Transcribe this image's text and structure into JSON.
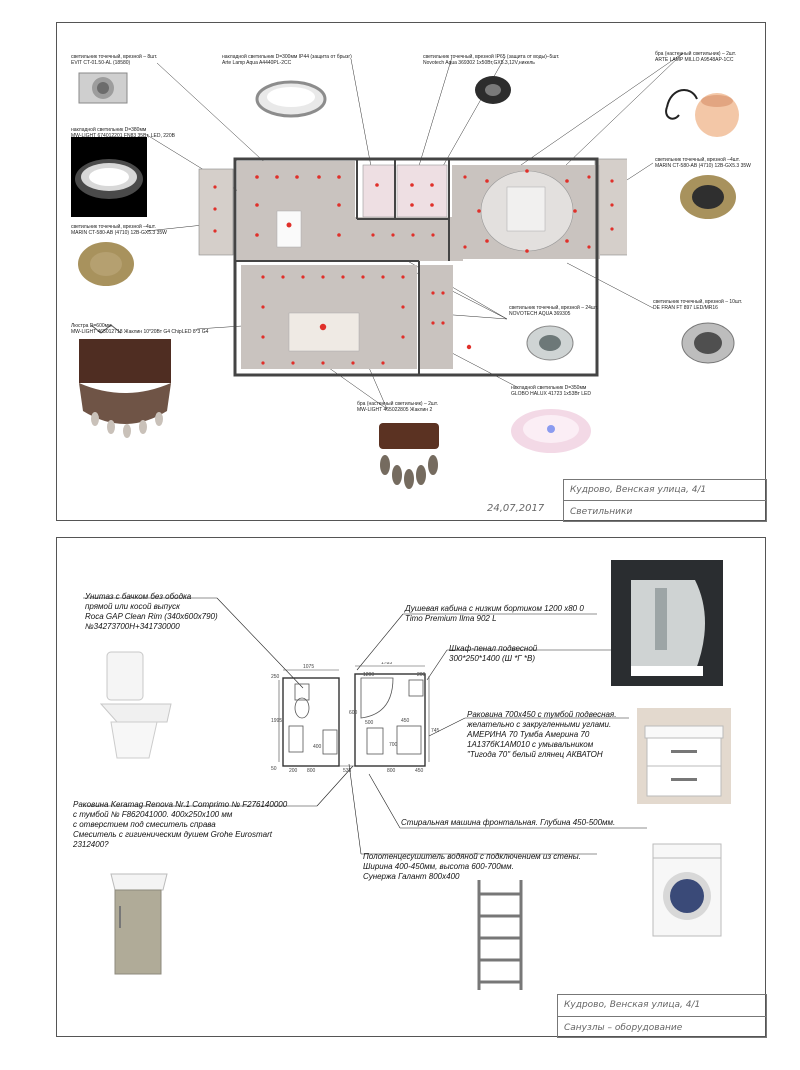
{
  "sheet1": {
    "stamp_address": "Кудрово, Венская улица, 4/1",
    "stamp_title": "Светильники",
    "date": "24,07,2017",
    "captions": {
      "spot_evit": [
        "светильник точечный, врезной – 8шт.",
        "EVIT CT-01.50-AL (18580)"
      ],
      "ceiling_300": [
        "накладной светильник D=300мм IP44 (защита от брызг)",
        "Arte Lamp Aqua A4440PL-2CC"
      ],
      "spot_novotech_ip65": [
        "светильник точечный, врезной IP65 (защита от воды)–5шт.",
        "Novotech Aqua 369302 1х50Вт,GX5.3,12V,никель"
      ],
      "sconce_arte": [
        "бра (настенный светильник) – 2шт.",
        "ARTE LAMP MILLO A9548AP-1CC"
      ],
      "ceiling_380": [
        "накладной светильник D=380мм",
        "MW-LIGHT 674012201 FN83 35Вт, LED, 220В"
      ],
      "spot_marin_right": [
        "светильник точечный, врезной –4шт.",
        "MARIN CT-580-AB (4710) 12В-GX5.3 35W"
      ],
      "spot_marin_left": [
        "светильник точечный, врезной –4шт.",
        "MARIN CT-580-AB (4710) 12В-GX5.3 35W"
      ],
      "spot_defran": [
        "светильник точечный, врезной – 10шт.",
        "DE FRAN FT 897 LED/MR16"
      ],
      "chandelier": [
        "Люстра D=600мм",
        "MW-LIGHT 465012718 Жаклин 10*20Вт G4 ChipLED 8*3 G4"
      ],
      "spot_novotech_24": [
        "светильник точечный, врезной – 24шт.",
        "NOVOTECH AQUA 369305"
      ],
      "sconce_mw": [
        "бра (настенный светильник) – 2шт.",
        "MW-LIGHT 465022805 Жаклин 2"
      ],
      "ceiling_globo": [
        "накладной светильник D=350мм",
        "GLOBO HALUX 41723 1х53Вт LED"
      ]
    }
  },
  "sheet2": {
    "stamp_address": "Кудрово, Венская улица, 4/1",
    "stamp_title": "Санузлы  –  оборудование",
    "notes": {
      "toilet": [
        "Унитаз с бачком без ободка",
        "прямой или косой выпуск",
        "Roca GAP Clean Rim (340х600х790)",
        "№34273700Н+341730000"
      ],
      "shower": [
        "Душевая кабина с низким бортиком 1200 х80 0",
        "Timo Premium Ilma 902 L"
      ],
      "cabinet": [
        "Шкаф-пенал подвесной",
        "300*250*1400 (Ш *Г *В)"
      ],
      "sink_big": [
        "Раковина 700х450  с тумбой подвесная.",
        "желательно с закругленными углами.",
        "АМЕРИНА 70 Тумба Америна 70",
        "1А137бK1AM010 с умывальником",
        "\"Тигода 70\" белый глянец АКВАТОН"
      ],
      "sink_small": [
        "Раковина Keramag Renova Nr.1 Comprimo № F276140000",
        "с тумбой № F862041000. 400х250х100 мм",
        "с отверстием под смеситель справа",
        "Смеситель с гигиеническим душем Grohe Eurosmart",
        "2312400?"
      ],
      "washer": [
        "Стиральная машина фронтальная. Глубина 450-500мм."
      ],
      "towel": [
        "Полотенцесушитель водяной с подключением из стены.",
        "Ширина 400-450мм, высота 600-700мм.",
        "Сунержа Галант 800х400"
      ]
    },
    "dims": {
      "d1075": "1075",
      "d1785": "1785",
      "d1200": "1200",
      "d250": "250",
      "d1995": "1995",
      "d50": "50",
      "d600": "600",
      "d200": "200",
      "d500": "500",
      "d450": "450",
      "d745": "745",
      "d700": "700",
      "d400": "400",
      "d800": "800",
      "d535": "535"
    }
  }
}
